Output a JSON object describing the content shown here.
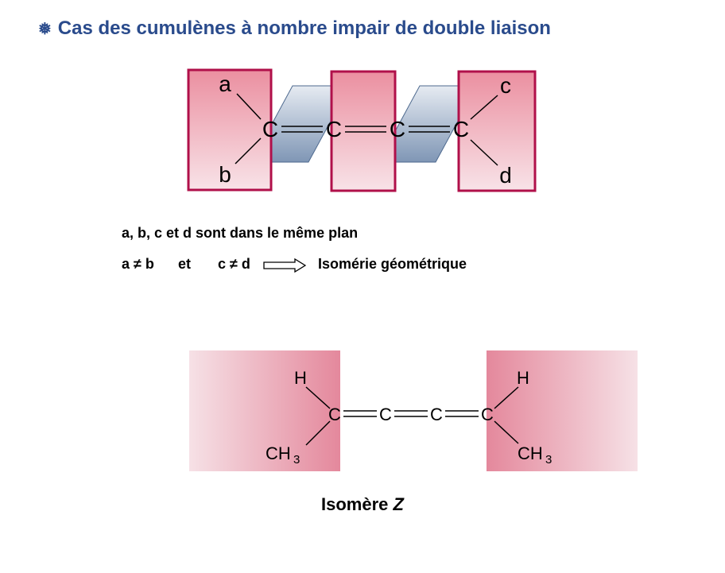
{
  "title": {
    "bullet": "❅",
    "text": "Cas des cumulènes à nombre impair de double liaison"
  },
  "diagram1": {
    "atoms": {
      "a": "a",
      "b": "b",
      "c": "c",
      "d": "d",
      "C": "C"
    }
  },
  "statements": {
    "line1": "a, b, c et d sont dans le même plan",
    "line2_a": "a ≠ b",
    "line2_et": "et",
    "line2_c": "c ≠ d",
    "line2_result": "Isomérie géométrique"
  },
  "diagram2": {
    "H": "H",
    "C": "C",
    "CH": "CH",
    "sub3": "3"
  },
  "caption": {
    "prefix": "Isomère ",
    "italic": "Z"
  },
  "colors": {
    "title": "#2a4b8c",
    "box_border": "#b0104a",
    "box_fill_top": "#eb8fa0",
    "box_fill_bottom": "#f8e3e8",
    "plane_fill_top": "#e6ebf2",
    "plane_fill_bottom": "#7f96b5",
    "plane_stroke": "#4e6a8f"
  }
}
